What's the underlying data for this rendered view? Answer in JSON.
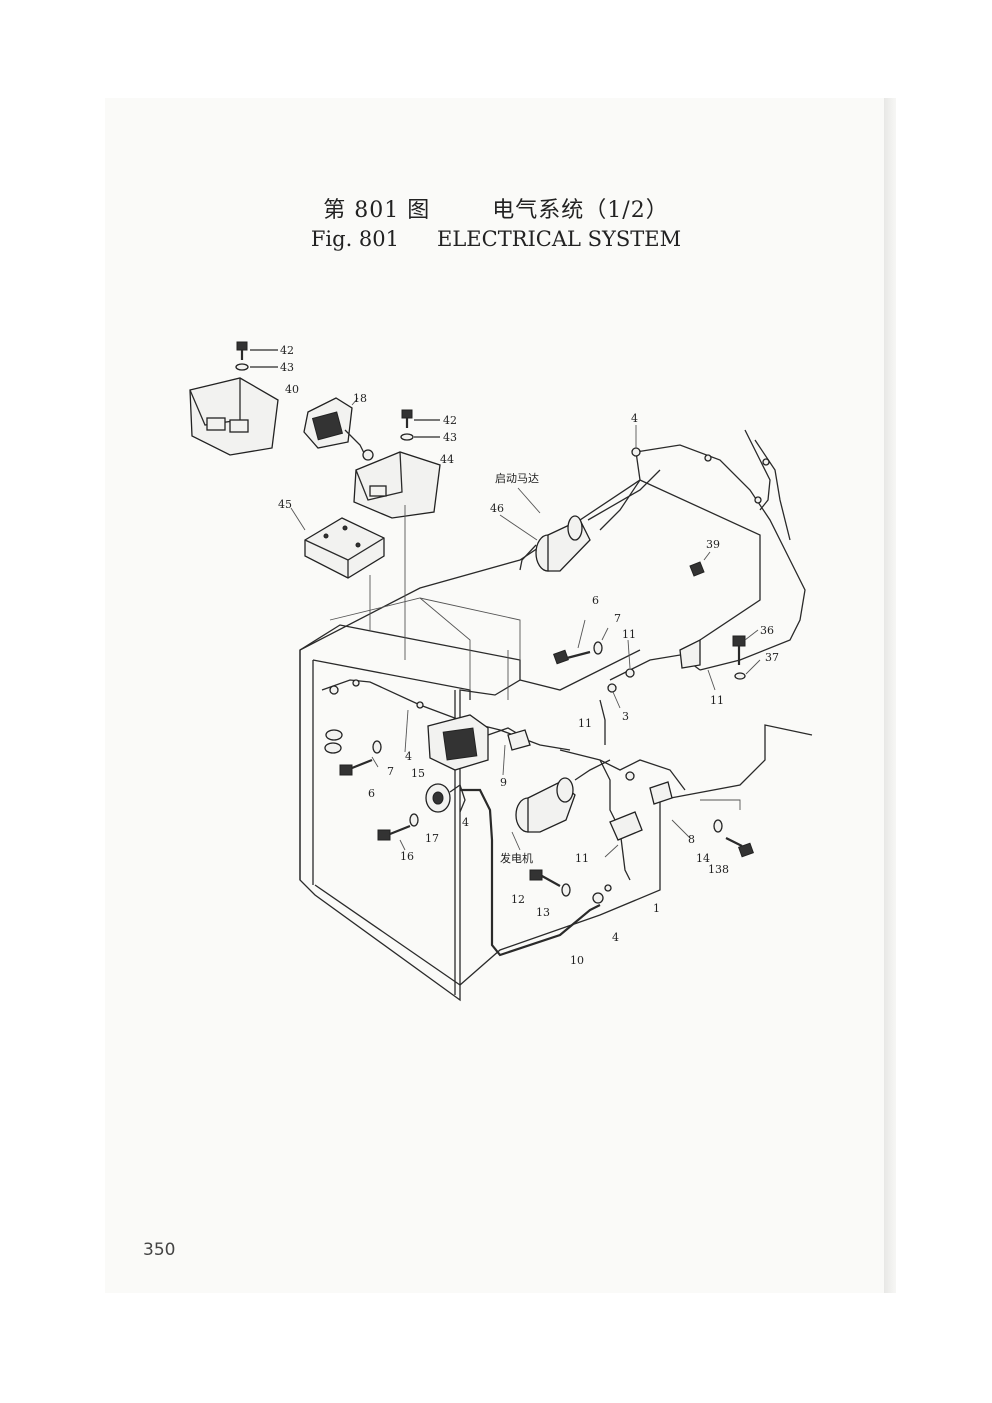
{
  "header": {
    "cn_fig": "第 801 图",
    "cn_title": "电气系统（1/2）",
    "en_fig": "Fig. 801",
    "en_title": "ELECTRICAL SYSTEM"
  },
  "callouts": {
    "c42a": "42",
    "c43a": "43",
    "c40": "40",
    "c18": "18",
    "c42b": "42",
    "c43b": "43",
    "c44": "44",
    "c45": "45",
    "c46": "46",
    "c4a": "4",
    "c39": "39",
    "c6a": "6",
    "c7a": "7",
    "c11a": "11",
    "c36": "36",
    "c37": "37",
    "c11b": "11",
    "c3": "3",
    "c11c": "11",
    "c4b": "4",
    "c7b": "7",
    "c6b": "6",
    "c9": "9",
    "c15": "15",
    "c4c": "4",
    "c16": "16",
    "c17": "17",
    "c8": "8",
    "c14": "14",
    "c138": "138",
    "c11d": "11",
    "c12": "12",
    "c13": "13",
    "c1": "1",
    "c4d": "4",
    "c10": "10"
  },
  "labels": {
    "starter_motor": "启动马达",
    "generator": "发电机"
  },
  "footer": {
    "page_number": "350"
  }
}
